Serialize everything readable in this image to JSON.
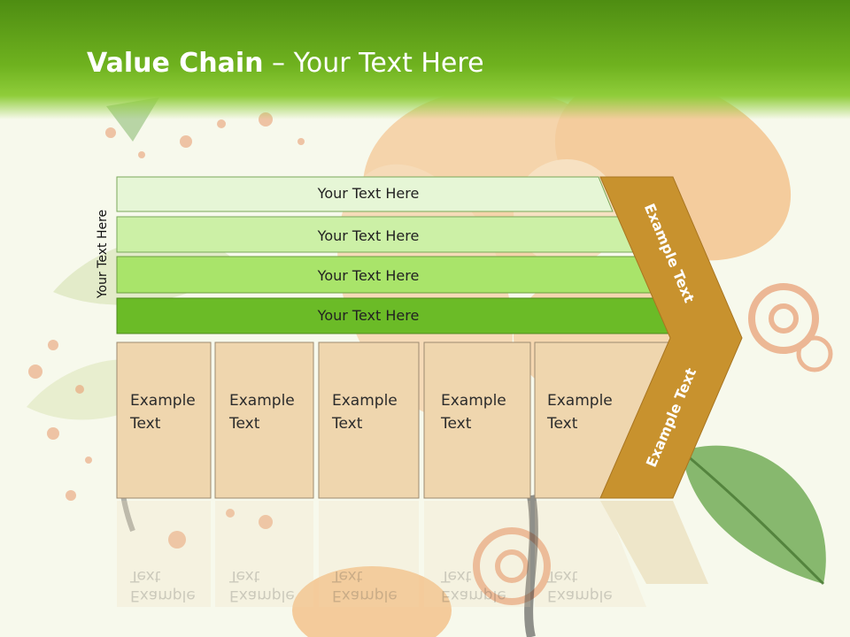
{
  "slide": {
    "title_bold": "Value Chain",
    "title_rest": " – Your Text Here",
    "side_label": "Your Text Here"
  },
  "bars": [
    {
      "label": "Your Text Here",
      "color": "#e6f6d6"
    },
    {
      "label": "Your Text Here",
      "color": "#ccf0a6"
    },
    {
      "label": "Your Text Here",
      "color": "#a9e46a"
    },
    {
      "label": "Your Text Here",
      "color": "#6bbb27"
    }
  ],
  "cells": [
    {
      "line1": "Example",
      "line2": "Text"
    },
    {
      "line1": "Example",
      "line2": "Text"
    },
    {
      "line1": "Example",
      "line2": "Text"
    },
    {
      "line1": "Example",
      "line2": "Text"
    },
    {
      "line1": "Example",
      "line2": "Text"
    }
  ],
  "chevron": {
    "upper_label": "Example Text",
    "lower_label": "Example Text",
    "color": "#c8922e"
  },
  "colors": {
    "header_green": "#6fb21f",
    "cell_fill": "#efd6ae"
  }
}
